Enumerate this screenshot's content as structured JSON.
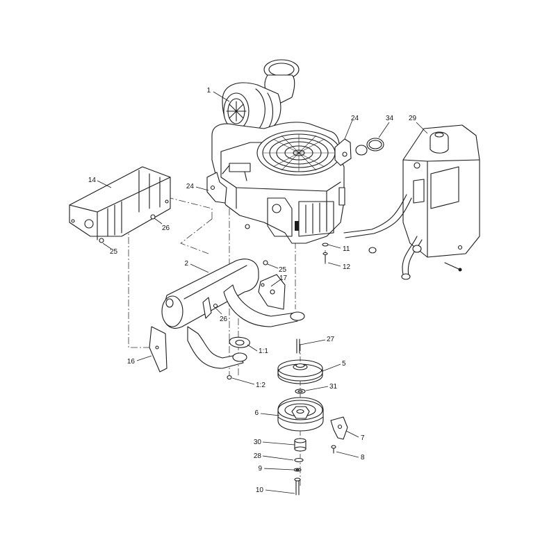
{
  "callouts": [
    {
      "id": "c1",
      "text": "1"
    },
    {
      "id": "c2",
      "text": "2"
    },
    {
      "id": "c5",
      "text": "5"
    },
    {
      "id": "c6",
      "text": "6"
    },
    {
      "id": "c7",
      "text": "7"
    },
    {
      "id": "c8",
      "text": "8"
    },
    {
      "id": "c9",
      "text": "9"
    },
    {
      "id": "c10",
      "text": "10"
    },
    {
      "id": "c11",
      "text": "11"
    },
    {
      "id": "c12",
      "text": "12"
    },
    {
      "id": "c14",
      "text": "14"
    },
    {
      "id": "c16",
      "text": "16"
    },
    {
      "id": "c17",
      "text": "17"
    },
    {
      "id": "c24a",
      "text": "24"
    },
    {
      "id": "c24b",
      "text": "24"
    },
    {
      "id": "c25a",
      "text": "25"
    },
    {
      "id": "c25b",
      "text": "25"
    },
    {
      "id": "c26a",
      "text": "26"
    },
    {
      "id": "c26b",
      "text": "26"
    },
    {
      "id": "c27",
      "text": "27"
    },
    {
      "id": "c28",
      "text": "28"
    },
    {
      "id": "c29",
      "text": "29"
    },
    {
      "id": "c30",
      "text": "30"
    },
    {
      "id": "c31",
      "text": "31"
    },
    {
      "id": "c34",
      "text": "34"
    },
    {
      "id": "c1-1",
      "text": "1:1"
    },
    {
      "id": "c1-2",
      "text": "1:2"
    }
  ]
}
